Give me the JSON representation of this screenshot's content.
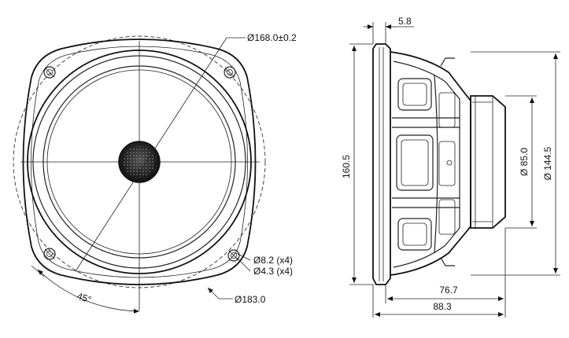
{
  "front_view": {
    "outer_diameter_label": "Ø168.0±0.2",
    "bolt_circle_label": "Ø183.0",
    "hole_outer_label": "Ø8.2 (x4)",
    "hole_inner_label": "Ø4.3 (x4)",
    "angle_label": "45°"
  },
  "side_view": {
    "flange_thickness_label": "5.8",
    "overall_height_label": "160.5",
    "magnet_diameter_label": "Ø 85.0",
    "frame_diameter_label": "Ø 144.5",
    "depth_label": "76.7",
    "overall_depth_label": "88.3"
  }
}
